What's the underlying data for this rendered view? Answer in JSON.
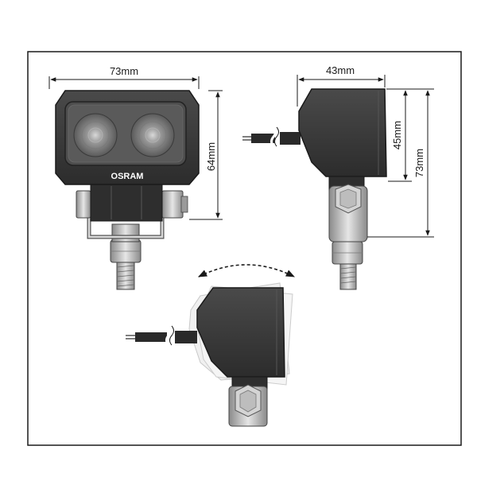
{
  "brand": "OSRAM",
  "dimensions": {
    "front_width": "73mm",
    "front_height": "64mm",
    "side_depth": "43mm",
    "side_housing_height": "45mm",
    "side_total_height": "73mm"
  },
  "colors": {
    "housing": "#3c3c3c",
    "housing_dark": "#262626",
    "lens": "#555555",
    "metal": "#c9c9c9",
    "line": "#1a1a1a"
  }
}
